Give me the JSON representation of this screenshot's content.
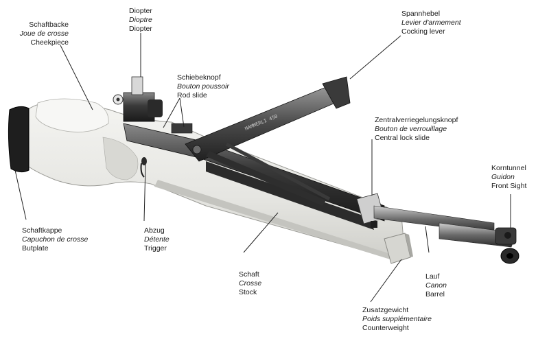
{
  "labels": {
    "diopter": {
      "de": "Diopter",
      "fr": "Dioptre",
      "en": "Diopter"
    },
    "cheekpiece": {
      "de": "Schaftbacke",
      "fr": "Joue de crosse",
      "en": "Cheekpiece"
    },
    "rod_slide": {
      "de": "Schiebeknopf",
      "fr": "Bouton poussoir",
      "en": "Rod slide"
    },
    "cocking_lever": {
      "de": "Spannhebel",
      "fr": "Levier d'armement",
      "en": "Cocking lever"
    },
    "central_lock": {
      "de": "Zentralverriegelungsknopf",
      "fr": "Bouton de verrouillage",
      "en": "Central lock slide"
    },
    "front_sight": {
      "de": "Korntunnel",
      "fr": "Guidon",
      "en": "Front Sight"
    },
    "butplate": {
      "de": "Schaftkappe",
      "fr": "Capuchon de crosse",
      "en": "Butplate"
    },
    "trigger": {
      "de": "Abzug",
      "fr": "Détente",
      "en": "Trigger"
    },
    "stock": {
      "de": "Schaft",
      "fr": "Crosse",
      "en": "Stock"
    },
    "barrel": {
      "de": "Lauf",
      "fr": "Canon",
      "en": "Barrel"
    },
    "counterweight": {
      "de": "Zusatzgewicht",
      "fr": "Poids supplémentaire",
      "en": "Counterweight"
    }
  },
  "marking": "HAMMERLI 450"
}
